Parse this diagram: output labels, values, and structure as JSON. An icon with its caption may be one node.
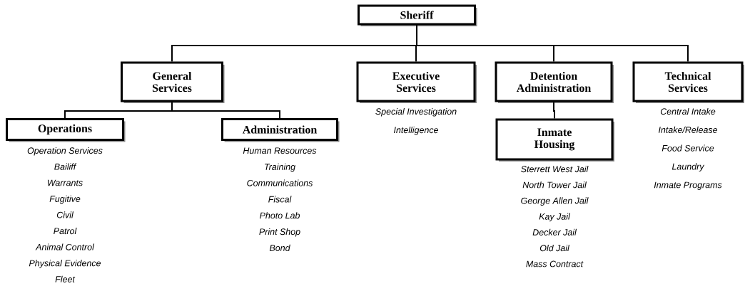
{
  "diagram": {
    "nodes": [
      {
        "text": [
          "Sheriff"
        ]
      },
      {
        "text": [
          "General Services"
        ]
      },
      {
        "text": [
          "Executive Services"
        ],
        "beside": [
          "Special Investigation",
          "Intelligence"
        ]
      },
      {
        "text": [
          "Detention Administration"
        ]
      },
      {
        "text": [
          "Technical Services"
        ],
        "beside": [
          "Central Intake",
          "Intake/Release",
          "Food Service",
          "Laundry",
          "Inmate Programs"
        ]
      },
      {
        "text": [
          "Operations"
        ],
        "beside": [
          "Operation Services",
          "Bailiff",
          "Warrants",
          "Fugitive",
          "Civil",
          "Patrol",
          "Animal Control",
          "Physical Evidence",
          "Fleet"
        ]
      },
      {
        "text": [
          "Administration"
        ],
        "beside": [
          "Human Resources",
          "Training",
          "Communications",
          "Fiscal",
          "Photo Lab",
          "Print Shop",
          "Bond"
        ]
      },
      {
        "text": [
          "Inmate Housing"
        ],
        "beside": [
          "Sterrett West Jail",
          "North Tower Jail",
          "George Allen Jail",
          "Kay Jail",
          "Decker Jail",
          "Old Jail",
          "Mass Contract"
        ]
      }
    ],
    "edges": [
      {
        "from": 0,
        "to": 1,
        "arrow": "none"
      },
      {
        "from": 0,
        "to": 2,
        "arrow": "none"
      },
      {
        "from": 0,
        "to": 3,
        "arrow": "none"
      },
      {
        "from": 0,
        "to": 4,
        "arrow": "none"
      },
      {
        "from": 1,
        "to": 5,
        "arrow": "none"
      },
      {
        "from": 1,
        "to": 6,
        "arrow": "none"
      },
      {
        "from": 3,
        "to": 7,
        "arrow": "none"
      }
    ]
  }
}
